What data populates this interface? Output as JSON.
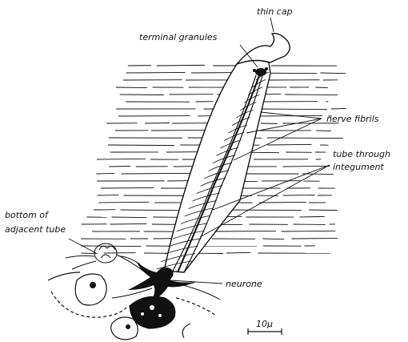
{
  "labels": {
    "thin_cap": "thin cap",
    "terminal_granules": "terminal granules",
    "nerve_fibrils": "nerve fibrils",
    "tube_through_line1": "tube through",
    "tube_through_line2": "integument",
    "bottom_of_line1": "bottom of",
    "bottom_of_line2": "adjacent tube",
    "neurone": "neurone",
    "scale_bar": "10μ"
  },
  "colors": {
    "ink": "#111111",
    "background": "#ffffff"
  }
}
